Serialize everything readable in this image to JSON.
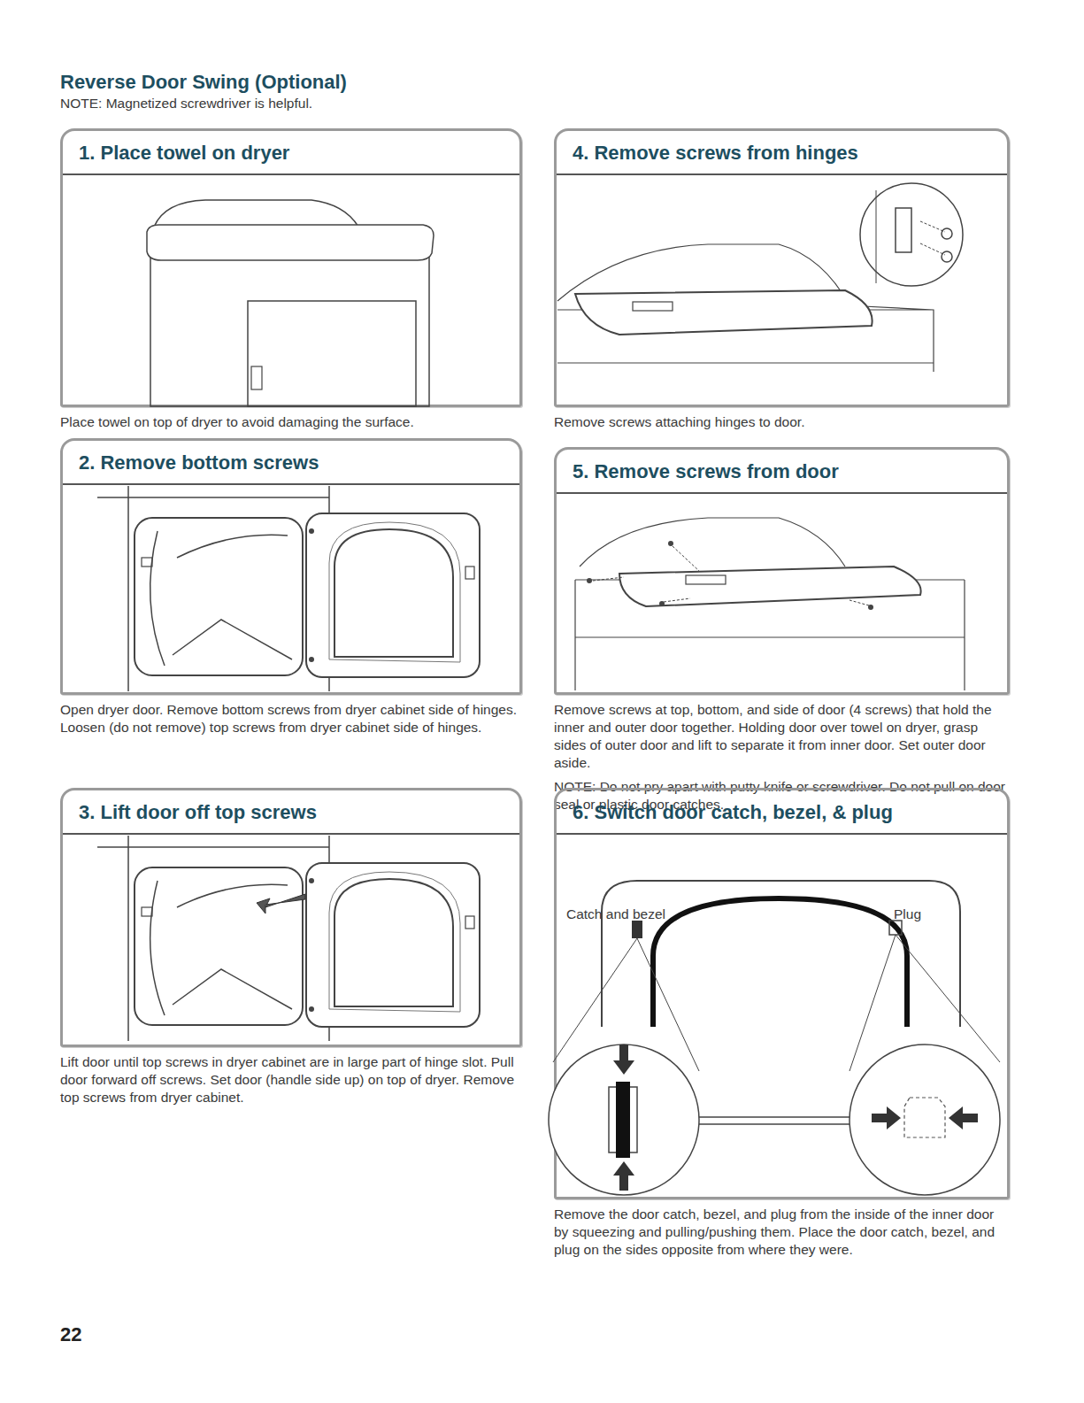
{
  "diagram": {
    "title": "Reverse Door Swing (Optional)",
    "nodes": [
      {
        "text": [
          "1. Place towel on dryer",
          "Place towel on top of dryer to avoid damaging the surface."
        ]
      },
      {
        "text": [
          "2. Remove bottom screws",
          "Open dryer door. Remove bottom screws from dryer cabinet side of hinges. Loosen (do not remove) top screws from dryer cabinet side of hinges."
        ]
      },
      {
        "text": [
          "3. Lift door off top screws",
          "Lift door until top screws in dryer cabinet are in large part of hinge slot. Pull door forward off screws. Set door (handle side up) on top of dryer. Remove top screws from dryer cabinet."
        ]
      },
      {
        "text": [
          "4. Remove screws from hinges",
          "Remove screws attaching hinges to door."
        ]
      },
      {
        "text": [
          "5. Remove screws from door",
          "Remove screws at top, bottom, and side of door (4 screws) that hold the inner and outer door together. Holding door over towel on dryer, grasp sides of outer door and lift to separate it from inner door. Set outer door aside.",
          "NOTE: Do not pry apart with putty knife or screwdriver. Do not pull on door seal or plastic door catches."
        ]
      },
      {
        "text": [
          "6. Switch door catch, bezel, & plug",
          "Remove the door catch, bezel, and plug from the inside of the inner door by squeezing and pulling/pushing them. Place the door catch, bezel, and plug on the sides opposite from where they were."
        ]
      }
    ],
    "labels": [
      "NOTE: Magnetized screwdriver is helpful.",
      "Catch and bezel",
      "Plug",
      "22"
    ]
  }
}
